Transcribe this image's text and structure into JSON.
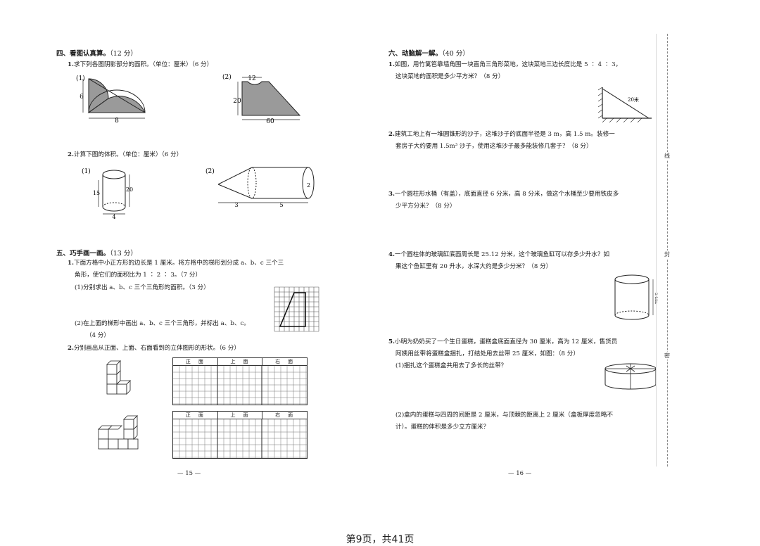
{
  "left": {
    "s4": {
      "title": "四、看图认真算。",
      "score": "（12 分）",
      "q1": {
        "num": "1.",
        "text": "求下列各图阴影部分的面积。（单位：厘米）（6 分）",
        "fig1": {
          "label": "(1)",
          "side": "6",
          "base": "8"
        },
        "fig2": {
          "label": "(2)",
          "top": "12",
          "height": "20",
          "base": "60"
        }
      },
      "q2": {
        "num": "2.",
        "text": "计算下图的体积。（单位：厘米）（6 分）",
        "fig1": {
          "label": "(1)",
          "h1": "15",
          "h2": "20",
          "d": "4"
        },
        "fig2": {
          "label": "(2)",
          "d": "2",
          "l1": "3",
          "l2": "5"
        }
      }
    },
    "s5": {
      "title": "五、巧手画一画。",
      "score": "（13 分）",
      "q1": {
        "num": "1.",
        "line1": "下面方格中小正方形的边长是 1 厘米。将方格中的梯形划分成 a、b、c 三个三",
        "line2": "角形，使它们的面积比为 1 ∶ 2 ∶ 3。（7 分）",
        "sub1": "(1)分别求出 a、b、c 三个三角形的面积。（3 分）",
        "sub2": "(2)在上面的梯形中画出 a、b、c 三个三角形，并标出 a、b、c。",
        "sub2b": "（4 分）"
      },
      "q2": {
        "num": "2.",
        "text": "分别画出从正面、上面、右面看到的立体图形的形状。（6 分）",
        "headers": [
          "正　面",
          "上　面",
          "右　面"
        ]
      }
    },
    "page_number": "— 15 —"
  },
  "right": {
    "s6": {
      "title": "六、动脑解一解。",
      "score": "（40 分）",
      "q1": {
        "num": "1.",
        "line1": "如图，用竹篱笆靠墙角围一块直角三角形菜地，这块菜地三边长度比是 5 ∶ 4 ∶ 3，",
        "line2": "这块菜地的面积是多少平方米？（8 分）",
        "fig_label": "20米"
      },
      "q2": {
        "num": "2.",
        "line1": "建筑工地上有一堆圆锥形的沙子，这堆沙子的底面半径是 3 m，高 1.5 m。装修一",
        "line2": "套房子大约要用 1.5m³ 沙子，使用这堆沙子最多能装修几套子？（8 分）"
      },
      "q3": {
        "num": "3.",
        "line1": "一个圆柱形水桶（有盖），底面直径 6 分米，高 8 分米，做这个水桶至少要用铁皮多",
        "line2": "少平方分米？（8 分）"
      },
      "q4": {
        "num": "4.",
        "line1": "一个圆柱体的玻璃缸底面周长是 25.12 分米，这个玻璃鱼缸可以存多少升水？如",
        "line2": "果这个鱼缸里有 20 升水，水深大约是多少分米？（8 分）",
        "fig_label": "2.4dm"
      },
      "q5": {
        "num": "5.",
        "line1": "小明为奶奶买了一个生日蛋糕，蛋糕盒底面直径为 30 厘米，高为 12 厘米，售货员",
        "line2": "阿姨用丝带将蛋糕盒捆扎，打结处用去丝带 25 厘米，如图：（8 分）",
        "sub1": "(1)捆扎这个蛋糕盒共用去了多长的丝带？",
        "sub2": "(2)盒内的蛋糕与四周的间距是 2 厘米，与顶棘的距离上 2 厘米（盒板厚度忽略不",
        "sub2b": "计）。蛋糕的体积是多少立方厘米？"
      }
    },
    "page_number": "— 16 —"
  },
  "sidebar": {
    "chars": [
      "线",
      "封",
      "密"
    ]
  },
  "footer": "第9页，共41页"
}
